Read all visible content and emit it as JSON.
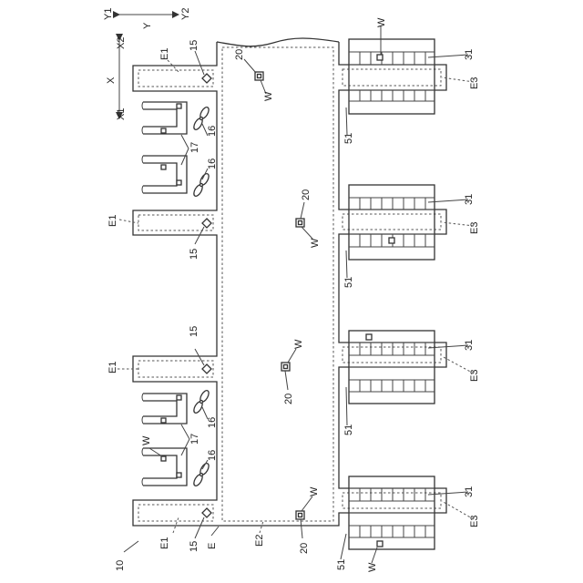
{
  "axes": {
    "y1": "Y1",
    "y": "Y",
    "y2": "Y2",
    "x2": "X2",
    "x": "X",
    "x1": "X1"
  },
  "labels": {
    "ref_10": "10",
    "e": "E",
    "e1": "E1",
    "e2": "E2",
    "e3": "E3",
    "item_15": "15",
    "item_16": "16",
    "item_17": "17",
    "item_20": "20",
    "item_31": "31",
    "item_51": "51",
    "w": "W"
  }
}
